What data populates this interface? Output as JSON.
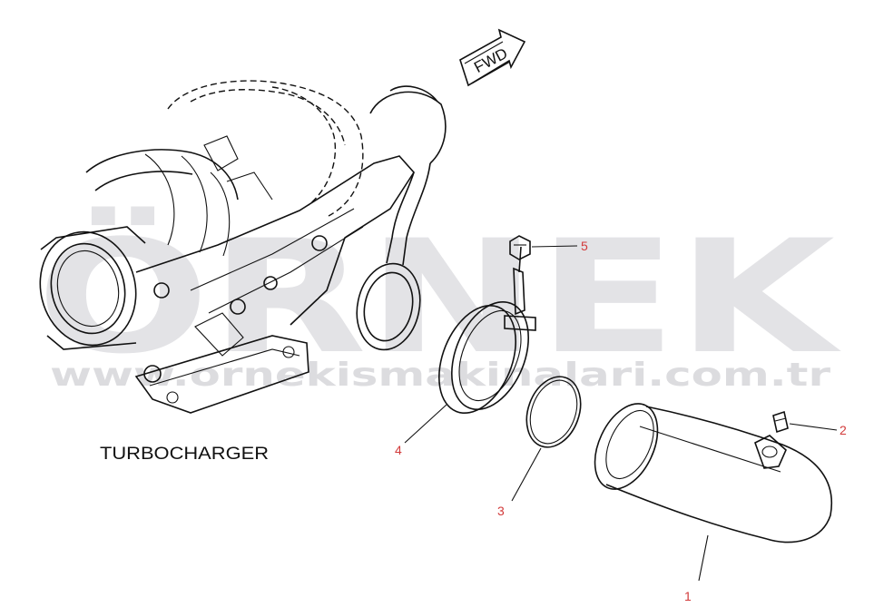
{
  "watermark": {
    "brand": "ÖRNEK",
    "url": "www.ornekismakinalari.com.tr"
  },
  "direction_arrow": {
    "label": "FWD"
  },
  "assembly": {
    "caption": "TURBOCHARGER"
  },
  "callouts": [
    {
      "number": "1"
    },
    {
      "number": "2"
    },
    {
      "number": "3"
    },
    {
      "number": "4"
    },
    {
      "number": "5"
    }
  ],
  "colors": {
    "callout_number": "#d23a3a",
    "linework": "#111111",
    "watermark": "#e3e3e6"
  }
}
